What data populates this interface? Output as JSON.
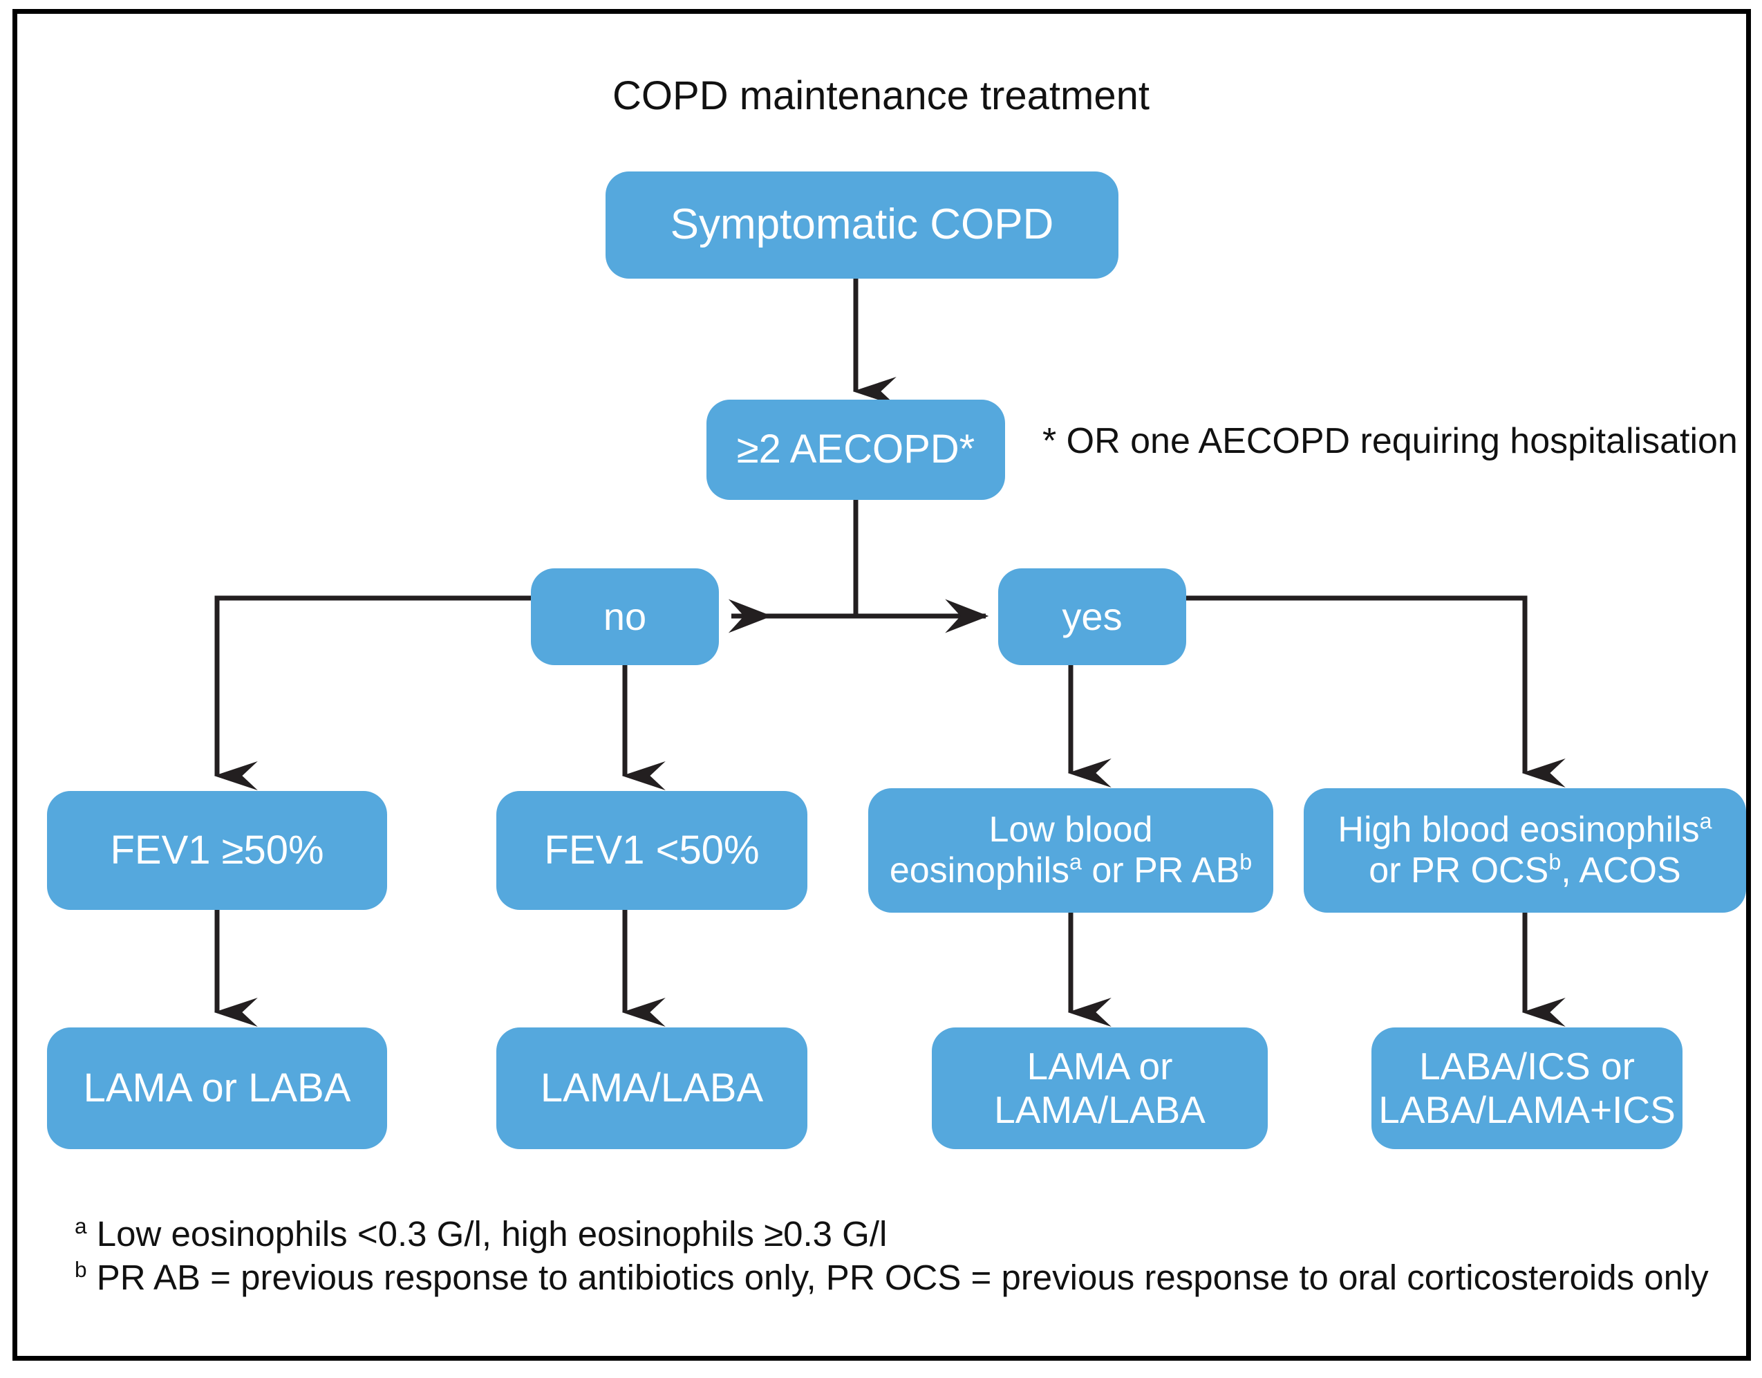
{
  "figure": {
    "title": "COPD maintenance treatment",
    "border_color": "#000000",
    "node_fill": "#55A8DD",
    "node_text_color": "#FFFFFF",
    "connector_color": "#231F20",
    "background": "#FFFFFF"
  },
  "nodes": {
    "symptomatic": "Symptomatic COPD",
    "aecopd": "≥2 AECOPD*",
    "no": "no",
    "yes": "yes",
    "fev1_high": "FEV1 ≥50%",
    "fev1_low": "FEV1 <50%",
    "low_eos_line1": "Low blood",
    "low_eos_line2_pre": "eosinophils",
    "low_eos_sup_a": "a",
    "low_eos_line2_mid": " or PR AB",
    "low_eos_sup_b": "b",
    "high_eos_line1_pre": "High blood eosinophils",
    "high_eos_sup_a": "a",
    "high_eos_line2_pre": "or PR OCS",
    "high_eos_sup_b": "b",
    "high_eos_line2_post": ", ACOS",
    "lama_or_laba": "LAMA or LABA",
    "lama_slash_laba": "LAMA/LABA",
    "lama_or_line1": "LAMA or",
    "lama_or_line2": "LAMA/LABA",
    "labaics_line1": "LABA/ICS or",
    "labaics_line2": "LABA/LAMA+ICS"
  },
  "notes": {
    "asterisk": "* OR one AECOPD requiring hospitalisation",
    "footnote_a_marker": "a",
    "footnote_a_text": " Low eosinophils <0.3 G/l, high eosinophils ≥0.3 G/l",
    "footnote_b_marker": "b",
    "footnote_b_text": " PR AB = previous response to antibiotics only, PR OCS = previous response to oral corticosteroids only"
  },
  "chart_data": {
    "type": "diagram",
    "title": "COPD maintenance treatment",
    "flow": [
      {
        "from": "Symptomatic COPD",
        "to": "≥2 AECOPD*",
        "style": "arrow-down"
      },
      {
        "from": "≥2 AECOPD*",
        "to": "no",
        "style": "arrow-left"
      },
      {
        "from": "≥2 AECOPD*",
        "to": "yes",
        "style": "arrow-right"
      },
      {
        "from": "no",
        "to": "FEV1 ≥50%",
        "style": "elbow-left-down"
      },
      {
        "from": "no",
        "to": "FEV1 <50%",
        "style": "arrow-down"
      },
      {
        "from": "yes",
        "to": "Low blood eosinophilsᵃ or PR ABᵇ",
        "style": "arrow-down"
      },
      {
        "from": "yes",
        "to": "High blood eosinophilsᵃ or PR OCSᵇ, ACOS",
        "style": "elbow-right-down"
      },
      {
        "from": "FEV1 ≥50%",
        "to": "LAMA or LABA",
        "style": "arrow-down"
      },
      {
        "from": "FEV1 <50%",
        "to": "LAMA/LABA",
        "style": "arrow-down"
      },
      {
        "from": "Low blood eosinophilsᵃ or PR ABᵇ",
        "to": "LAMA or LAMA/LABA",
        "style": "arrow-down"
      },
      {
        "from": "High blood eosinophilsᵃ or PR OCSᵇ, ACOS",
        "to": "LABA/ICS or LABA/LAMA+ICS",
        "style": "arrow-down"
      }
    ]
  }
}
